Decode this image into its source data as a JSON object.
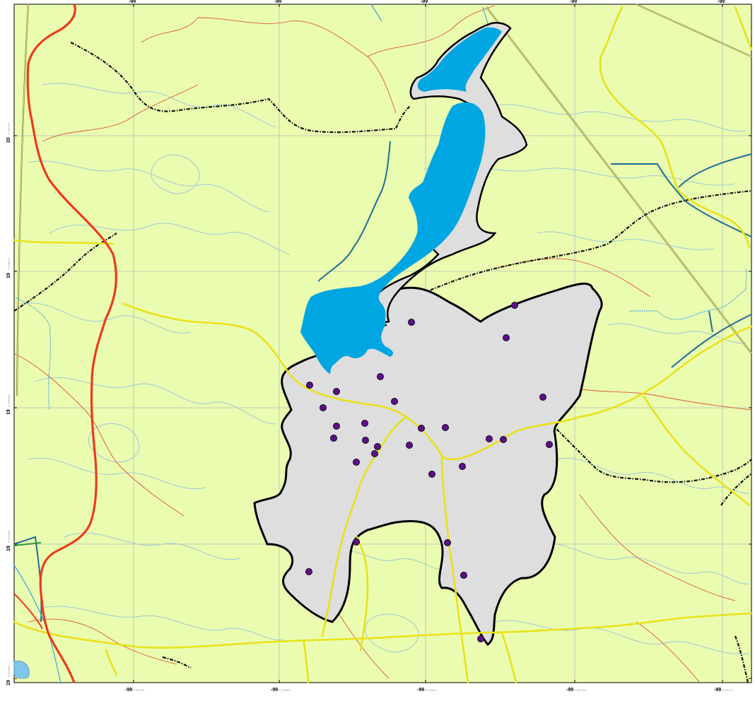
{
  "colors": {
    "land": "#eafcb0",
    "study_area": "#dedede",
    "water": "#00a6e2",
    "grid": "#b9bdb9",
    "contour": "#9fc7d6",
    "highway": "#ee3a1b",
    "road_yellow": "#e8e21a",
    "road_thin": "#d9563d",
    "railway": "#8f8a38",
    "stream": "#1e6f8f",
    "boundary_dashed": "#111111",
    "point": "#5a1086"
  },
  "axes": {
    "top": [
      {
        "main": "-99",
        "sub": ""
      },
      {
        "main": "-99",
        "sub": ""
      },
      {
        "main": "-99",
        "sub": ""
      },
      {
        "main": "-99",
        "sub": ""
      },
      {
        "main": "-99",
        "sub": ""
      }
    ],
    "bottom": [
      {
        "main": "-99",
        "sub": "0.081178"
      },
      {
        "main": "-99",
        "sub": "0.079880"
      },
      {
        "main": "-99",
        "sub": "0.074824"
      },
      {
        "main": "-99",
        "sub": "0.055748"
      },
      {
        "main": "-99",
        "sub": "0.051472"
      }
    ],
    "left": [
      {
        "main": "20",
        "sub": "0.001570"
      },
      {
        "main": "19",
        "sub": "0.998874"
      },
      {
        "main": "19",
        "sub": "0.996053"
      },
      {
        "main": "19",
        "sub": "0.993480"
      },
      {
        "main": "19",
        "sub": "0.990401"
      }
    ]
  }
}
